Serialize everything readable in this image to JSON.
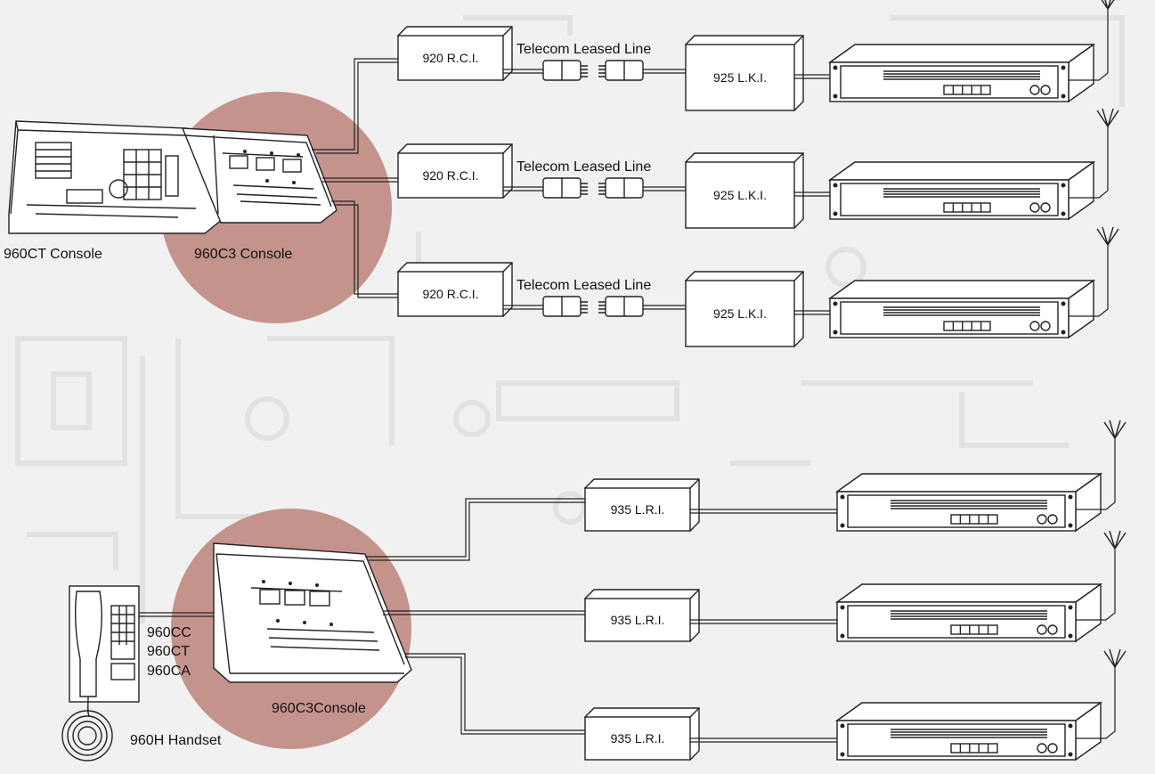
{
  "colors": {
    "highlight_circle": "#c4948c",
    "background": "#f1f1f1",
    "line": "#222222"
  },
  "top_system": {
    "console_left_label": "960CT Console",
    "console_right_label": "960C3 Console",
    "links": [
      {
        "rci": "920 R.C.I.",
        "line": "Telecom Leased Line",
        "lki": "925 L.K.I."
      },
      {
        "rci": "920 R.C.I.",
        "line": "Telecom Leased Line",
        "lki": "925 L.K.I."
      },
      {
        "rci": "920 R.C.I.",
        "line": "Telecom Leased Line",
        "lki": "925 L.K.I."
      }
    ]
  },
  "bottom_system": {
    "handset_label": "960H Handset",
    "console_label": "960C3Console",
    "console_options": [
      "960CC",
      "960CT",
      "960CA"
    ],
    "links": [
      {
        "lri": "935 L.R.I."
      },
      {
        "lri": "935 L.R.I."
      },
      {
        "lri": "935 L.R.I."
      }
    ]
  }
}
